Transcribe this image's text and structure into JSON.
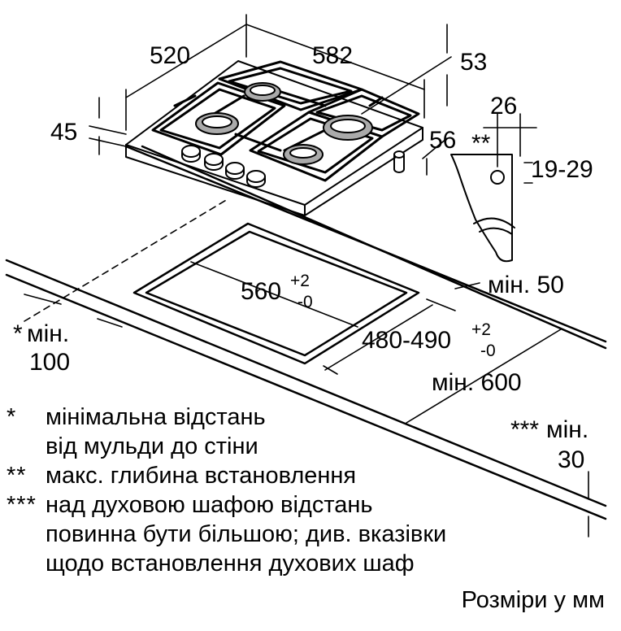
{
  "dimensions": {
    "width_520": "520",
    "depth_582": "582",
    "side_53": "53",
    "height_45": "45",
    "side_56": "56",
    "detail_26": "26",
    "detail_marker": "**",
    "detail_range": "19-29",
    "cutout_width_base": "560",
    "cutout_width_tol_plus": "+2",
    "cutout_width_tol_minus": "-0",
    "cutout_depth_base": "480-490",
    "cutout_depth_tol_plus": "+2",
    "cutout_depth_tol_minus": "-0",
    "min_50": "мін. 50",
    "min_100_prefix": "*",
    "min_100_label": "мін.",
    "min_100_value": "100",
    "min_600": "мін. 600",
    "min_30_prefix": "***",
    "min_30_label": "мін.",
    "min_30_value": "30"
  },
  "notes": [
    {
      "marker": "*",
      "lines": [
        "мінімальна відстань",
        "від мульди до стіни"
      ]
    },
    {
      "marker": "**",
      "lines": [
        "макс. глибина встановлення"
      ]
    },
    {
      "marker": "***",
      "lines": [
        "над духовою шафою відстань",
        "повинна бути більшою; див. вказівки",
        "щодо встановлення духових шаф"
      ]
    }
  ],
  "footer": "Розміри у мм"
}
